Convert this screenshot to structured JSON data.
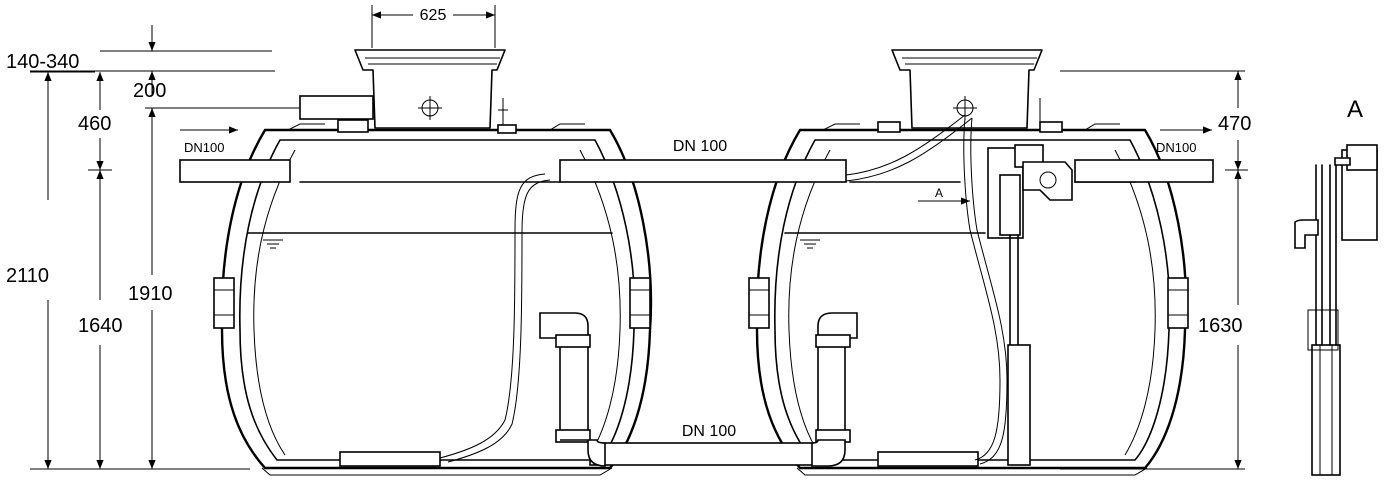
{
  "dimensions": {
    "manhole_width": "625",
    "cover_range": "140-340",
    "manhole_height": "200",
    "inlet_depth": "460",
    "outlet_depth": "470",
    "total_height": "2110",
    "inlet_invert": "1640",
    "tank_height": "1910",
    "outlet_invert": "1630"
  },
  "pipes": {
    "inlet": "DN100",
    "outlet": "DN100",
    "top_connection": "DN 100",
    "bottom_connection": "DN 100"
  },
  "detail": {
    "marker": "A",
    "view_label": "A"
  }
}
